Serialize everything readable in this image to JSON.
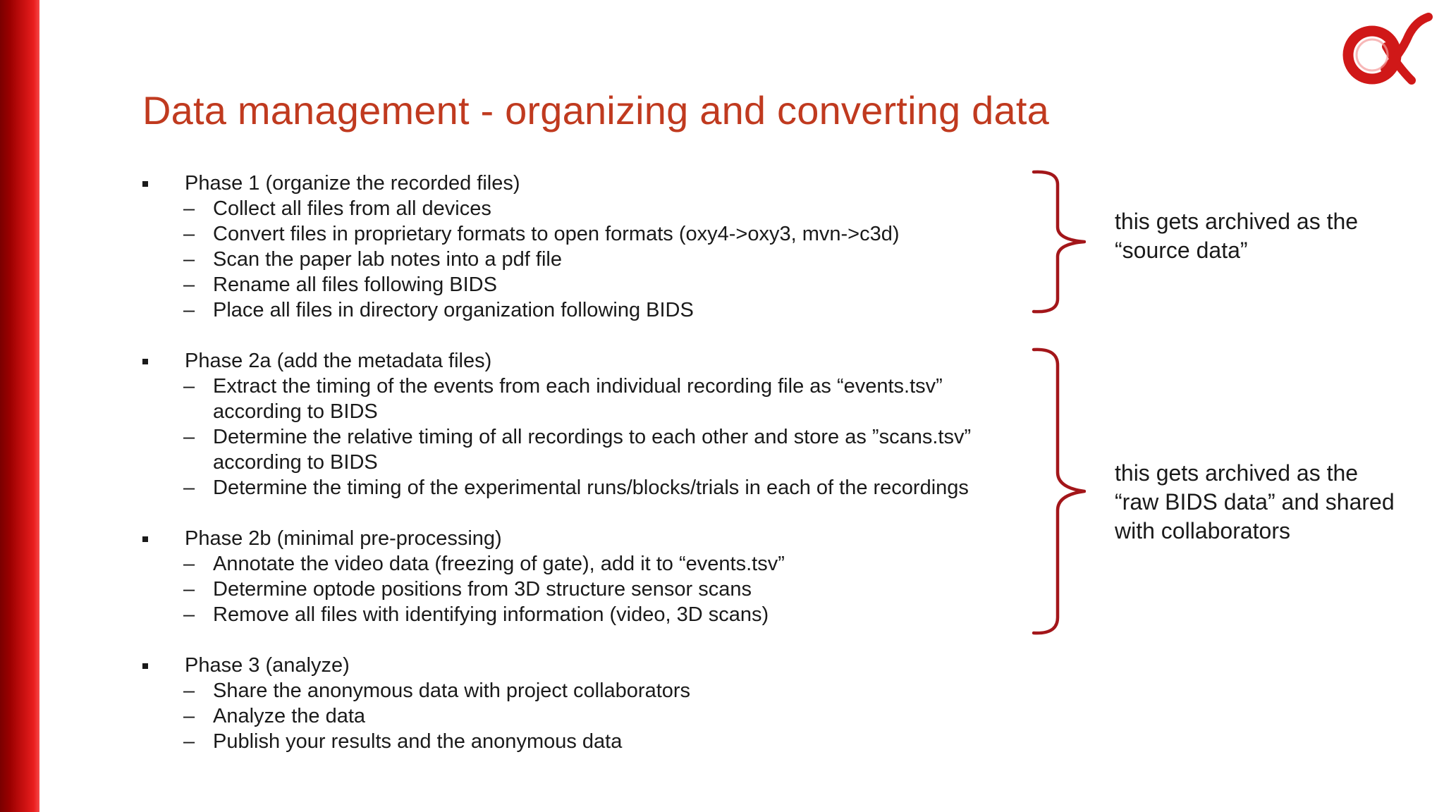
{
  "title": "Data management - organizing and converting data",
  "phases": [
    {
      "heading": "Phase 1 (organize the recorded files)",
      "items": [
        "Collect all files from all devices",
        "Convert files in proprietary formats to open formats (oxy4->oxy3, mvn->c3d)",
        "Scan the paper lab notes into a pdf file",
        "Rename all files following BIDS",
        "Place all files in directory organization following BIDS"
      ]
    },
    {
      "heading": "Phase 2a (add the metadata files)",
      "items": [
        "Extract the timing of the events from each individual recording file as “events.tsv” according to BIDS",
        "Determine the relative timing of all recordings  to each other and store as ”scans.tsv” according to BIDS",
        "Determine the timing of the experimental runs/blocks/trials in each of the recordings"
      ]
    },
    {
      "heading": "Phase 2b (minimal pre-processing)",
      "items": [
        "Annotate the video data (freezing of gate), add it to “events.tsv”",
        "Determine optode positions from 3D structure sensor scans",
        "Remove all files with identifying information (video, 3D scans)"
      ]
    },
    {
      "heading": "Phase 3 (analyze)",
      "items": [
        "Share the anonymous data with project collaborators",
        "Analyze the data",
        "Publish your results and the anonymous data"
      ]
    }
  ],
  "annotations": {
    "source_data": {
      "line1": "this gets archived as the",
      "line2": "“source data”"
    },
    "raw_bids": {
      "line1": "this gets archived as the",
      "line2": "“raw BIDS data” and shared",
      "line3": "with collaborators"
    }
  },
  "colors": {
    "title": "#c03a1f",
    "brace": "#a3161a",
    "left_bar": "#c00000",
    "logo": "#d01818"
  },
  "icons": {
    "logo": "alpha-logo-icon",
    "bullet": "square-bullet-icon",
    "brace": "curly-brace-icon"
  }
}
